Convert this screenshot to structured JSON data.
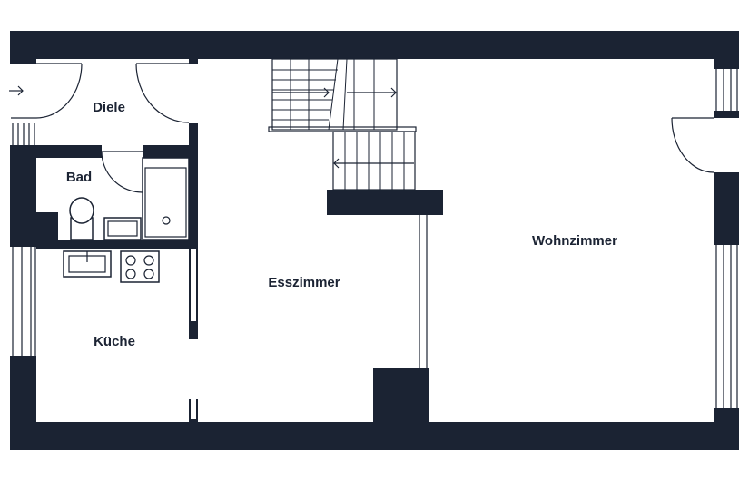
{
  "rooms": {
    "diele": "Diele",
    "bad": "Bad",
    "kueche": "Küche",
    "esszimmer": "Esszimmer",
    "wohnzimmer": "Wohnzimmer"
  },
  "colors": {
    "wall": "#1b2333",
    "background": "#ffffff"
  }
}
